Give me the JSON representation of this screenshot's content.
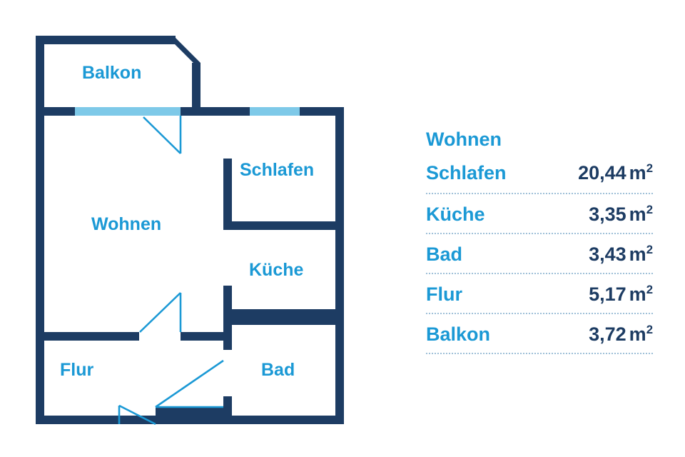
{
  "colors": {
    "wall": "#1d3c63",
    "label": "#1b99d5",
    "window": "#7ec9e8",
    "door_swing": "#1b99d5",
    "value_text": "#1d3c63",
    "rule": "#9fc0d8",
    "background": "#ffffff"
  },
  "floorplan": {
    "rooms": [
      {
        "key": "balkon",
        "label": "Balkon"
      },
      {
        "key": "wohnen",
        "label": "Wohnen"
      },
      {
        "key": "schlafen",
        "label": "Schlafen"
      },
      {
        "key": "kueche",
        "label": "Küche"
      },
      {
        "key": "bad",
        "label": "Bad"
      },
      {
        "key": "flur",
        "label": "Flur"
      }
    ],
    "windows": [
      {
        "key": "window-balkon-left"
      },
      {
        "key": "window-balkon-right"
      }
    ],
    "doors": [
      {
        "key": "door-wohnen-balkon"
      },
      {
        "key": "door-wohnen-flur"
      },
      {
        "key": "door-flur-entry"
      },
      {
        "key": "door-flur-bad"
      }
    ]
  },
  "legend": {
    "unit": "m²",
    "rows": [
      {
        "names": [
          "Wohnen",
          "Schlafen"
        ],
        "value": "20,44",
        "unit": "m²"
      },
      {
        "names": [
          "Küche"
        ],
        "value": "3,35",
        "unit": "m²"
      },
      {
        "names": [
          "Bad"
        ],
        "value": "3,43",
        "unit": "m²"
      },
      {
        "names": [
          "Flur"
        ],
        "value": "5,17",
        "unit": "m²"
      },
      {
        "names": [
          "Balkon"
        ],
        "value": "3,72",
        "unit": "m²"
      }
    ]
  }
}
